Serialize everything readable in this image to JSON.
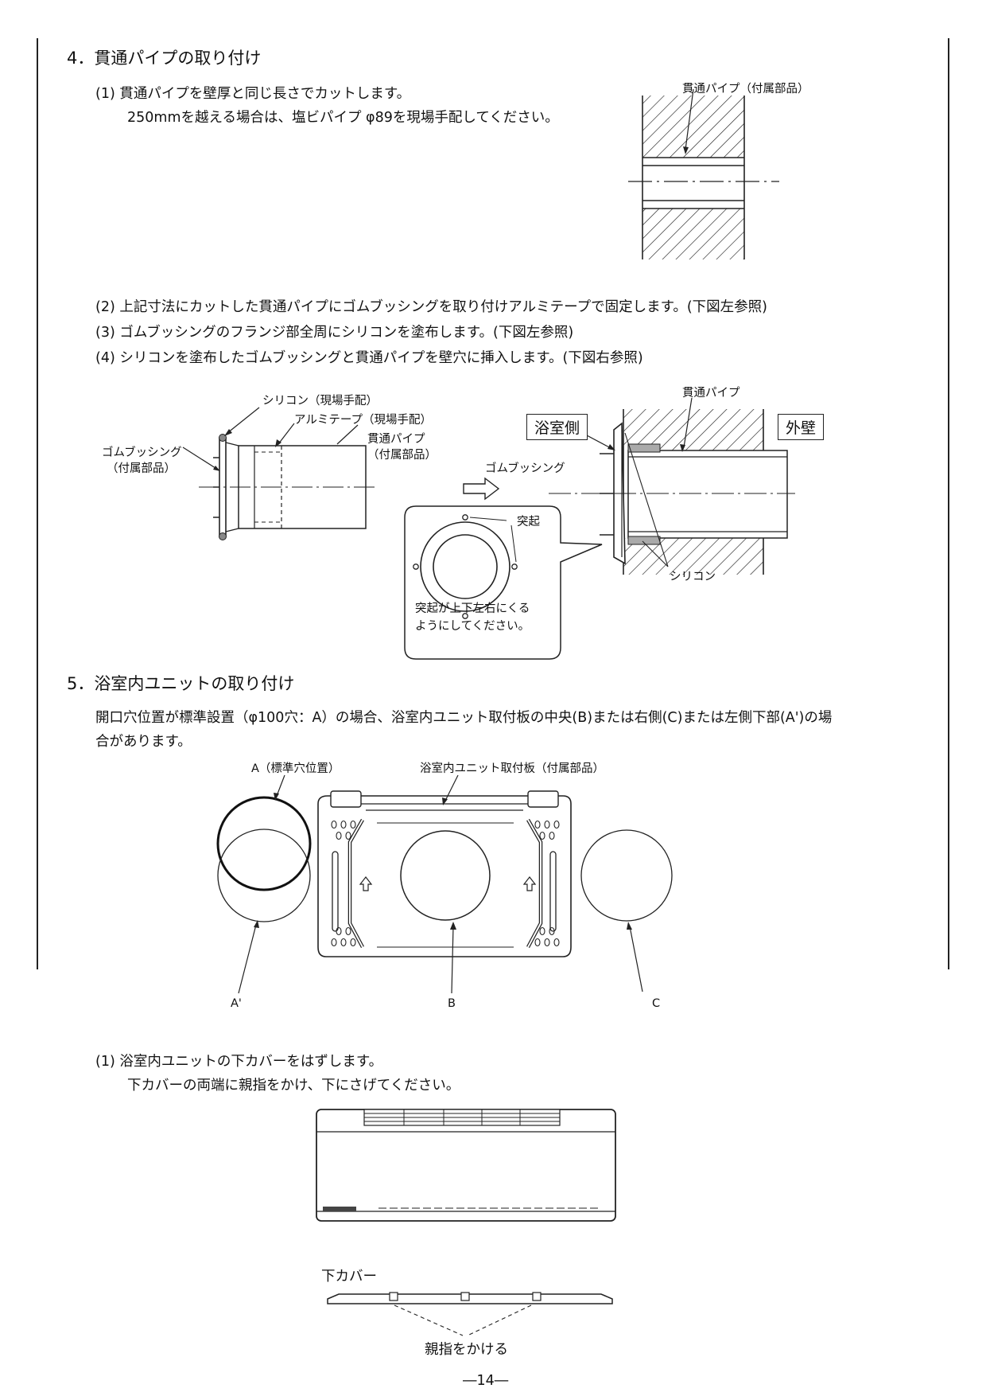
{
  "section4": {
    "title": "4．貫通パイプの取り付け",
    "step1": "(1) 貫通パイプを壁厚と同じ長さでカットします。",
    "step1_note": "250mmを越える場合は、塩ビパイプ φ89を現場手配してください。",
    "fig1_label": "貫通パイプ（付属部品）",
    "step2": "(2) 上記寸法にカットした貫通パイプにゴムブッシングを取り付けアルミテープで固定します。(下図左参照)",
    "step3": "(3) ゴムブッシングのフランジ部全周にシリコンを塗布します。(下図左参照)",
    "step4": "(4) シリコンを塗布したゴムブッシングと貫通パイプを壁穴に挿入します。(下図右参照)",
    "fig2": {
      "silicone_field": "シリコン（現場手配）",
      "alu_tape": "アルミテープ（現場手配）",
      "pipe_part": "貫通パイプ",
      "pipe_part_sub": "（付属部品）",
      "bushing": "ゴムブッシング",
      "bushing_sub": "（付属部品）",
      "bathroom_side": "浴室側",
      "outer_wall": "外壁",
      "pipe": "貫通パイプ",
      "bushing_right": "ゴムブッシング",
      "silicone": "シリコン",
      "protrusion": "突起",
      "callout_line1": "突起が上下左右にくる",
      "callout_line2": "ようにしてください。"
    }
  },
  "section5": {
    "title": "5．浴室内ユニットの取り付け",
    "intro_line1": "開口穴位置が標準設置（φ100穴：A）の場合、浴室内ユニット取付板の中央(B)または右側(C)または左側下部(A')の場",
    "intro_line2": "合があります。",
    "label_a": "A（標準穴位置）",
    "label_plate": "浴室内ユニット取付板（付属部品）",
    "label_a_prime": "A'",
    "label_b": "B",
    "label_c": "C",
    "step1": "(1) 浴室内ユニットの下カバーをはずします。",
    "step1_note": "下カバーの両端に親指をかけ、下にさげてください。",
    "lower_cover": "下カバー",
    "thumb": "親指をかける"
  },
  "page_number": "―14―"
}
